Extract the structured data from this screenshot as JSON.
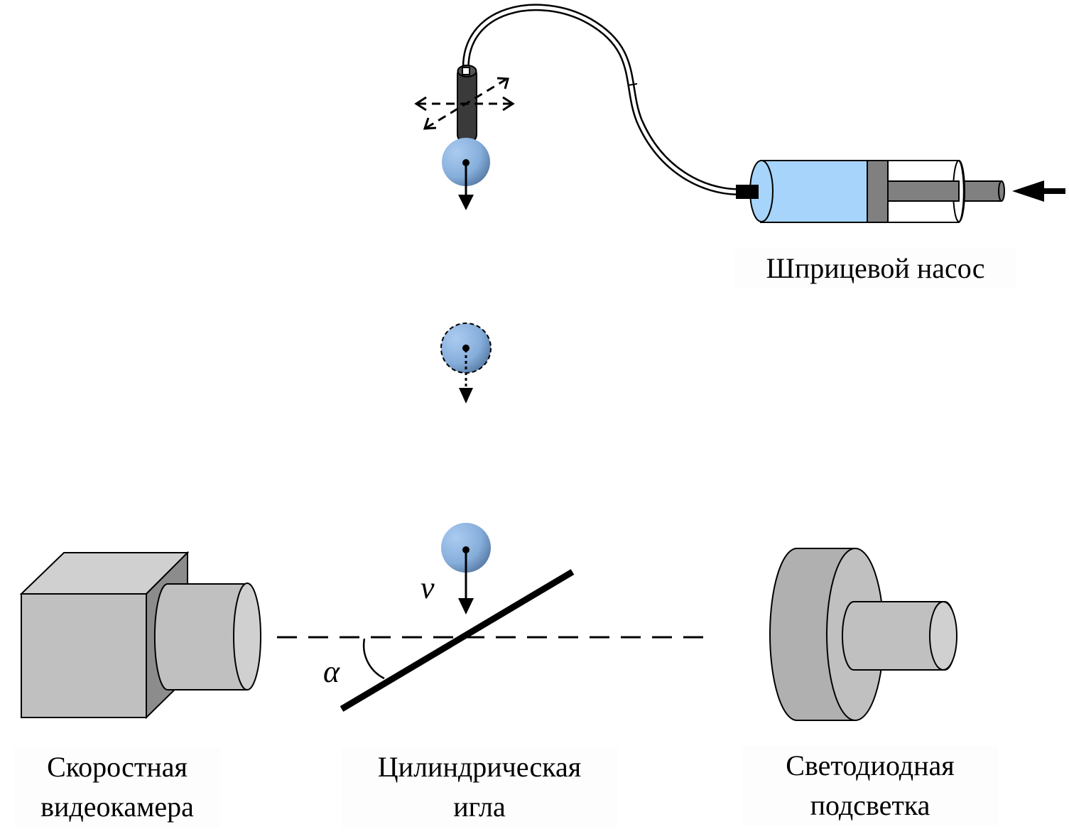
{
  "labels": {
    "syringe_pump": "Шприцевой насос",
    "camera_line1": "Скоростная",
    "camera_line2": "видеокамера",
    "needle_line1": "Цилиндрическая",
    "needle_line2": "игла",
    "backlight_line1": "Светодиодная",
    "backlight_line2": "подсветка",
    "velocity_symbol": "v",
    "angle_symbol": "α"
  },
  "colors": {
    "droplet_light": "#aacbf0",
    "droplet_dark": "#5b7ea8",
    "syringe_liquid": "#a6d4fa",
    "plunger": "#808080",
    "needle": "#3a3a3a",
    "device_gray": "#c0c0c0",
    "device_dark": "#8c8c8c"
  }
}
